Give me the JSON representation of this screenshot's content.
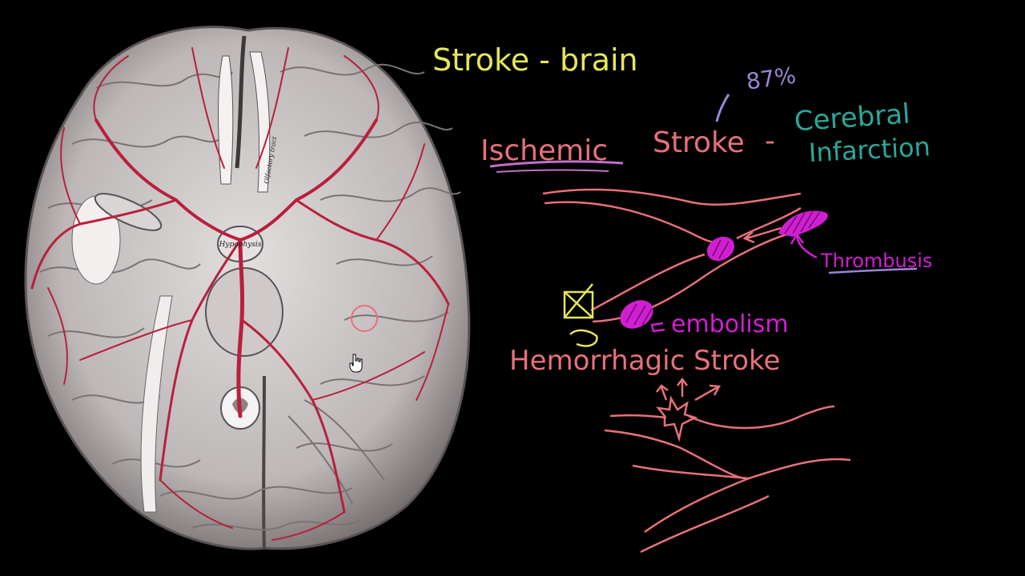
{
  "colors": {
    "background": "#000000",
    "yellow": "#e6e65a",
    "salmon": "#e8707a",
    "teal": "#2aa89a",
    "lavender": "#9a86d6",
    "magenta": "#d21ed2",
    "pink_underline": "#c070c8",
    "artery": "#b8203c",
    "brain_light": "#d8d3d3",
    "brain_shade": "#8a8484"
  },
  "labels": {
    "title": "Stroke - brain",
    "percent": "87%",
    "ischemic": "Ischemic",
    "stroke": "Stroke",
    "dash": "-",
    "cerebral": "Cerebral",
    "infarction": "Infarction",
    "thrombosis": "Thrombusis",
    "embolism": "embolism",
    "hemorrhagic": "Hemorrhagic Stroke"
  },
  "illustration": {
    "subject": "brain-inferior-view",
    "printed_labels": {
      "hypophysis": "Hypophysis",
      "olfactory_tract": "Olfactory tract"
    }
  },
  "icons": {
    "cursor": "hand-pointer-icon"
  }
}
